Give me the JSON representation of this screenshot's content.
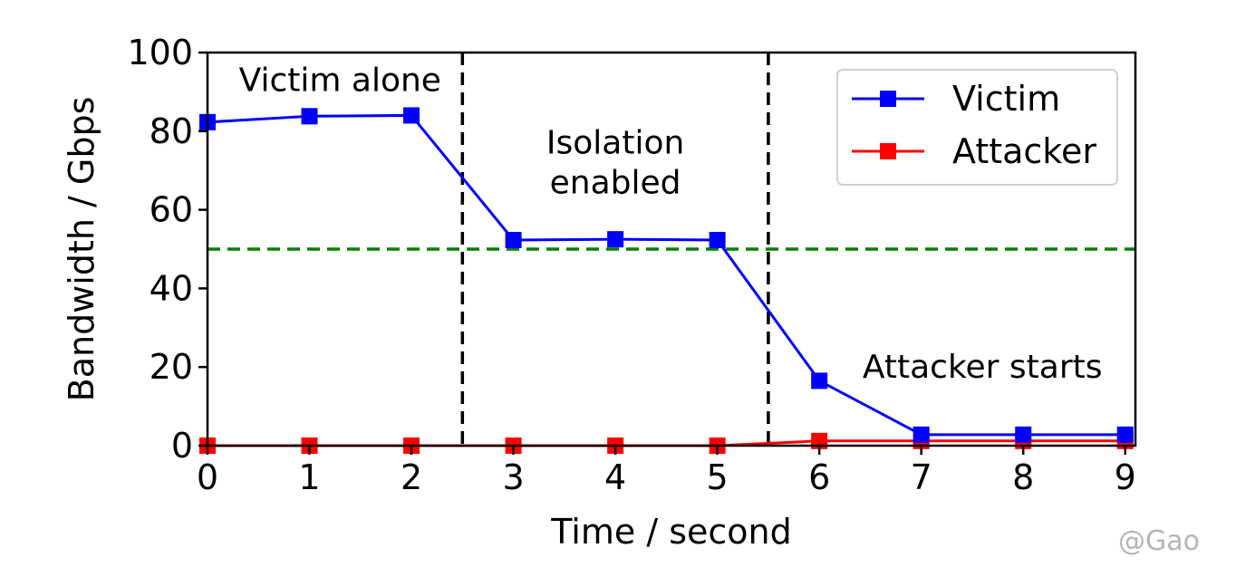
{
  "chart_data": {
    "type": "line",
    "x": [
      0,
      1,
      2,
      3,
      4,
      5,
      6,
      7,
      8,
      9
    ],
    "series": [
      {
        "name": "Victim",
        "color": "#0000ff",
        "values": [
          82.3,
          83.8,
          84.0,
          52.3,
          52.5,
          52.3,
          16.5,
          2.8,
          2.8,
          2.8
        ]
      },
      {
        "name": "Attacker",
        "color": "#ff0000",
        "values": [
          0,
          0,
          0,
          0,
          0,
          0,
          1.2,
          1.2,
          1.2,
          1.2
        ]
      }
    ],
    "xlabel": "Time / second",
    "ylabel": "Bandwidth / Gbps",
    "xlim": [
      0,
      9.1
    ],
    "ylim": [
      0,
      100
    ],
    "xticks": [
      "0",
      "1",
      "2",
      "3",
      "4",
      "5",
      "6",
      "7",
      "8",
      "9"
    ],
    "yticks": [
      "0",
      "20",
      "40",
      "60",
      "80",
      "100"
    ],
    "reference_lines": [
      {
        "orientation": "vertical",
        "x": 2.5,
        "color": "#000000",
        "style": "dashed"
      },
      {
        "orientation": "vertical",
        "x": 5.5,
        "color": "#000000",
        "style": "dashed"
      },
      {
        "orientation": "horizontal",
        "y": 50,
        "color": "#008000",
        "style": "dashed"
      }
    ],
    "annotations": [
      {
        "text": [
          "Victim alone"
        ],
        "x": 1.3,
        "y": 93
      },
      {
        "text": [
          "Isolation",
          "enabled"
        ],
        "x": 4.0,
        "y": 72
      },
      {
        "text": [
          "Attacker starts"
        ],
        "x": 7.6,
        "y": 20
      }
    ],
    "legend_position": "top-right",
    "grid": false
  },
  "watermark": "@Gao"
}
